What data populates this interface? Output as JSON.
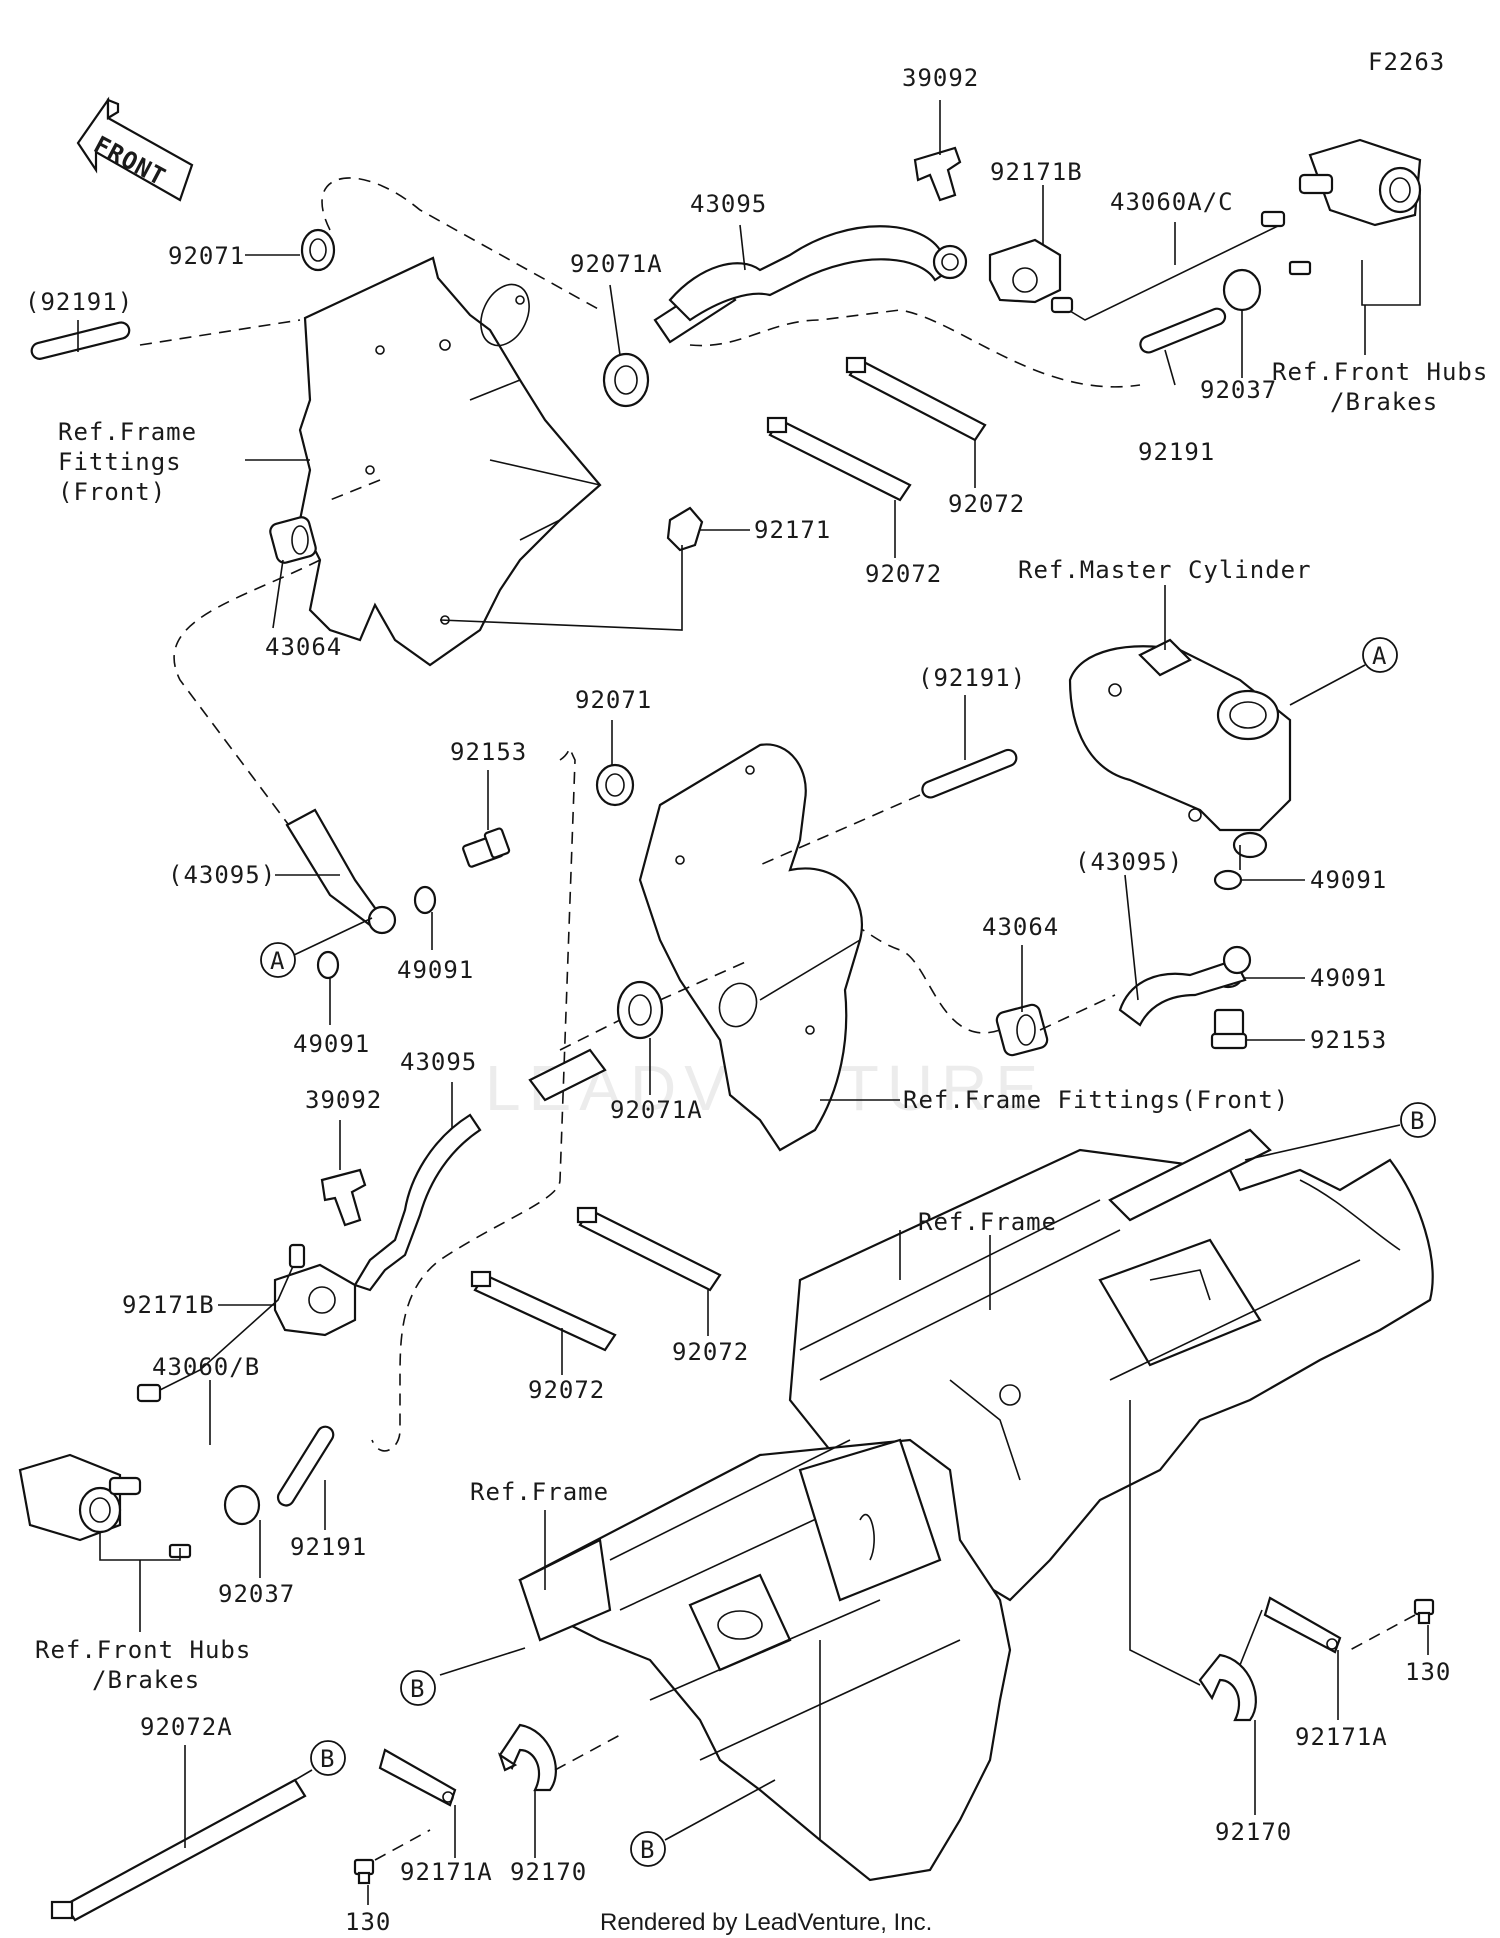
{
  "diagram_code": "F2263",
  "front_arrow_label": "FRONT",
  "watermark": "LEADVENTURE",
  "footer": "Rendered by LeadVenture, Inc.",
  "labels": {
    "p39092_top": "39092",
    "p92171B_top": "92171B",
    "p43060AC": "43060A/C",
    "p43095_top": "43095",
    "p92071A_top": "92071A",
    "p92071_top": "92071",
    "p92191_paren_top": "(92191)",
    "ref_frame_fittings_front_1": "Ref.Frame\nFittings\n(Front)",
    "ref_front_hubs_top": "Ref.Front Hubs\n/Brakes",
    "p92037_top": "92037",
    "p92191_top": "92191",
    "p92072_a": "92072",
    "p92072_b": "92072",
    "p92171": "92171",
    "p43064_top": "43064",
    "ref_master_cylinder": "Ref.Master Cylinder",
    "circle_A_1": "A",
    "p92071_mid": "92071",
    "p92191_paren_mid": "(92191)",
    "p92153_left": "92153",
    "p43095_paren_left": "(43095)",
    "circle_A_2": "A",
    "p49091_l1": "49091",
    "p49091_l2": "49091",
    "p43095_paren_right": "(43095)",
    "p43064_mid": "43064",
    "p49091_r1": "49091",
    "p49091_r2": "49091",
    "p92153_right": "92153",
    "p43095_mid": "43095",
    "p39092_mid": "39092",
    "p92071A_mid": "92071A",
    "ref_frame_fittings_front_2": "Ref.Frame Fittings(Front)",
    "circle_B_1": "B",
    "ref_frame_1": "Ref.Frame",
    "p92171B_mid": "92171B",
    "p92072_c": "92072",
    "p92072_d": "92072",
    "p43060B": "43060/B",
    "ref_frame_2": "Ref.Frame",
    "p92191_bottom": "92191",
    "p92037_bottom": "92037",
    "ref_front_hubs_bottom": "Ref.Front Hubs\n/Brakes",
    "circle_B_2": "B",
    "p92072A": "92072A",
    "circle_B_3": "B",
    "p92171A_left": "92171A",
    "p92170_left": "92170",
    "p130_left": "130",
    "circle_B_4": "B",
    "p130_right": "130",
    "p92171A_right": "92171A",
    "p92170_right": "92170"
  }
}
